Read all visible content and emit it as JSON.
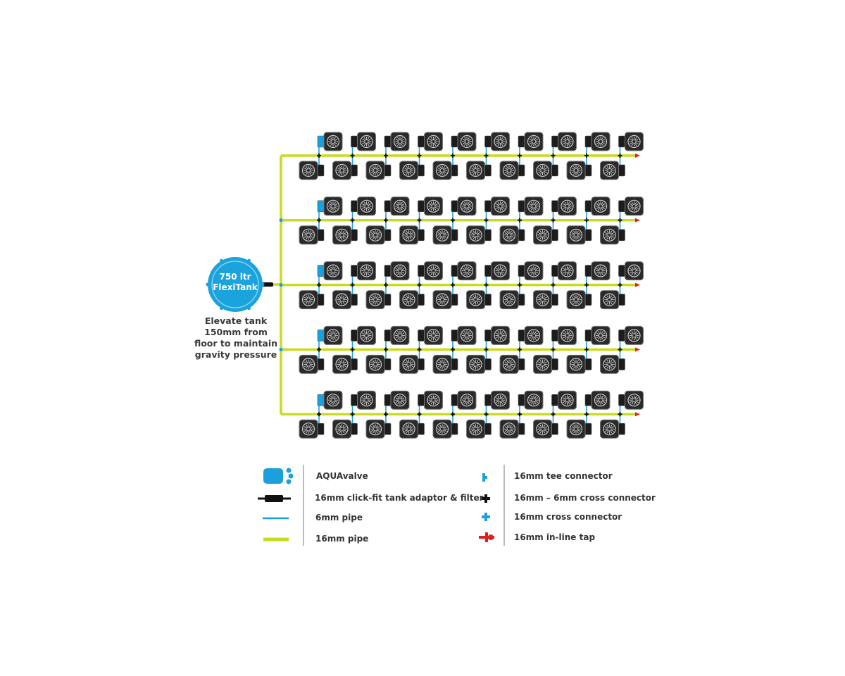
{
  "tank": {
    "label_line1": "750 ltr",
    "label_line2": "FlexiTank",
    "note": [
      "Elevate tank",
      "150mm from",
      "floor to maintain",
      "gravity pressure"
    ]
  },
  "layout": {
    "rows": 5,
    "pots_per_side": 10
  },
  "colors": {
    "pipe_16mm": "#c8dc1e",
    "pipe_6mm": "#1aa0dc",
    "tank": "#1ba3de",
    "pot": "#2a2a2a",
    "tap": "#e41e1e"
  },
  "legend": {
    "left": [
      {
        "icon": "aquavalve-icon",
        "label": "AQUAvalve"
      },
      {
        "icon": "tank-adaptor-filter-icon",
        "label": "16mm click-fit tank adaptor & filter"
      },
      {
        "icon": "pipe-6mm-icon",
        "label": "6mm pipe"
      },
      {
        "icon": "pipe-16mm-icon",
        "label": "16mm pipe"
      }
    ],
    "right": [
      {
        "icon": "tee-connector-icon",
        "label": "16mm tee connector"
      },
      {
        "icon": "cross-connector-16-6-icon",
        "label": "16mm – 6mm cross connector"
      },
      {
        "icon": "cross-connector-16-icon",
        "label": "16mm cross connector"
      },
      {
        "icon": "inline-tap-icon",
        "label": "16mm in-line tap"
      }
    ]
  }
}
